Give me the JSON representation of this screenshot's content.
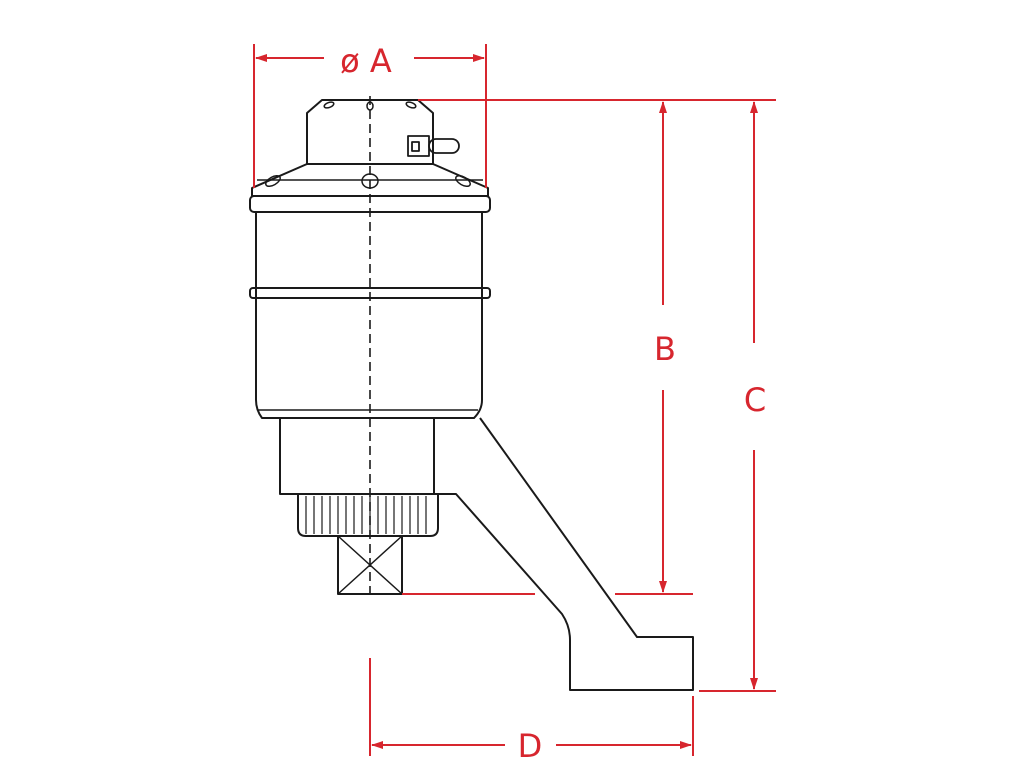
{
  "colors": {
    "dimension": "#d7262e",
    "outline": "#1a1a1a",
    "background": "#ffffff"
  },
  "labels": {
    "diameter_a": "ø A",
    "b": "B",
    "c": "C",
    "d": "D"
  }
}
